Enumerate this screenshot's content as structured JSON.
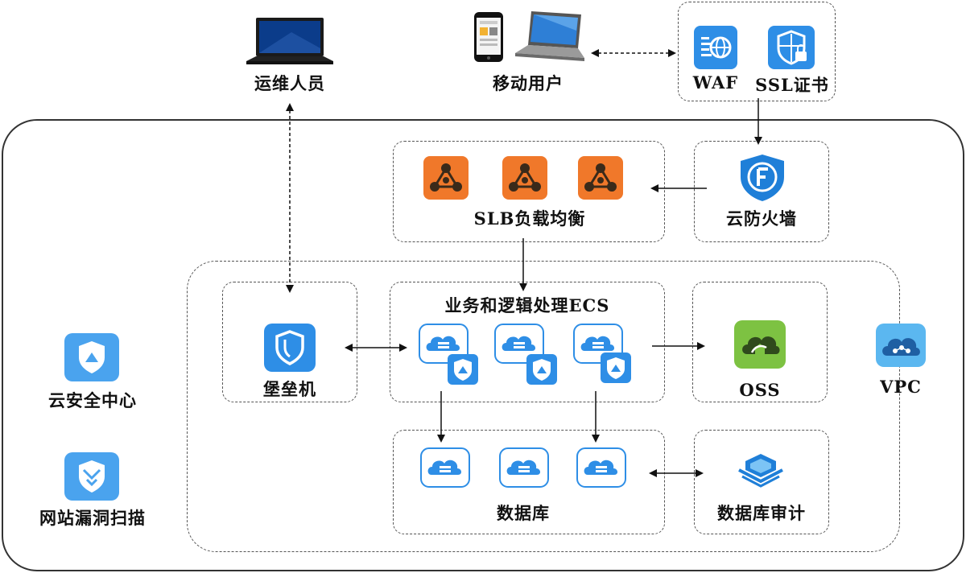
{
  "nodes": {
    "ops": "运维人员",
    "mobile": "移动用户",
    "waf": "WAF",
    "ssl": "SSL证书",
    "slb": "SLB负载均衡",
    "firewall": "云防火墙",
    "ecs": "业务和逻辑处理ECS",
    "bastion": "堡垒机",
    "oss": "OSS",
    "vpc": "VPC",
    "database": "数据库",
    "db_audit": "数据库审计",
    "security_center": "云安全中心",
    "vuln_scan": "网站漏洞扫描"
  },
  "colors": {
    "slb_orange": "#f0782a",
    "cloud_blue": "#2e8ee6",
    "oss_green": "#7dc242",
    "vpc_light": "#5bb7f0",
    "frame": "#333333"
  }
}
